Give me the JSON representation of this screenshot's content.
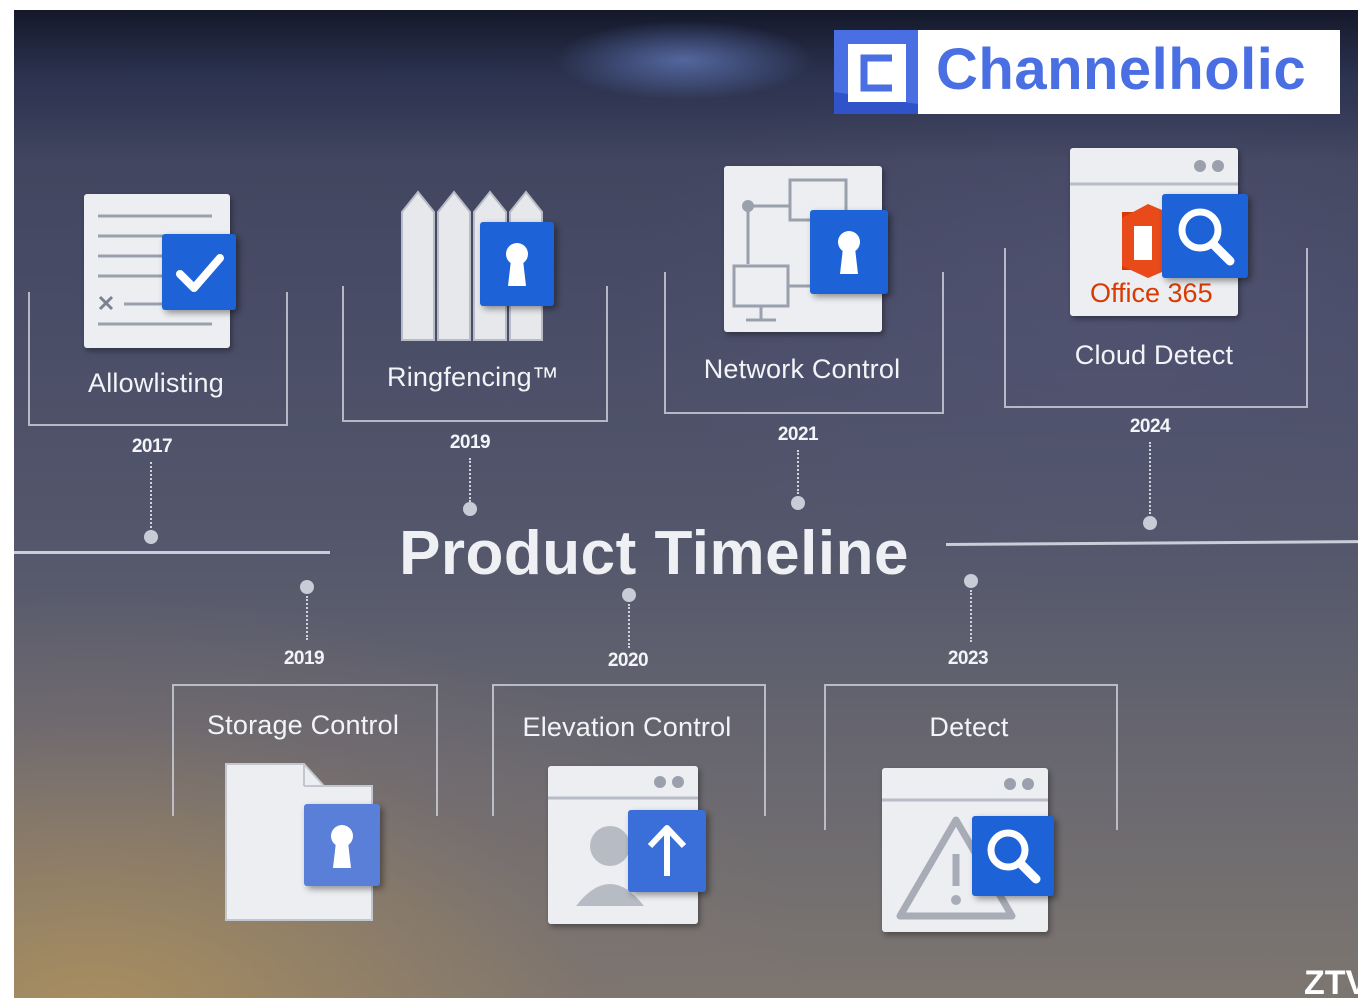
{
  "brand": {
    "name": "Channelholic",
    "color": "#4a6fe3"
  },
  "slide": {
    "title": "Product Timeline",
    "corner_mark": "ZTV",
    "top_products": [
      {
        "label": "Allowlisting",
        "year": "2017",
        "icon": "checklist-icon"
      },
      {
        "label": "Ringfencing™",
        "year": "2019",
        "icon": "fence-lock-icon"
      },
      {
        "label": "Network Control",
        "year": "2021",
        "icon": "network-lock-icon"
      },
      {
        "label": "Cloud Detect",
        "year": "2024",
        "icon": "office365-search-icon",
        "icon_text": "Office 365"
      }
    ],
    "bottom_products": [
      {
        "label": "Storage Control",
        "year": "2019",
        "icon": "folder-lock-icon"
      },
      {
        "label": "Elevation Control",
        "year": "2020",
        "icon": "user-elevate-icon"
      },
      {
        "label": "Detect",
        "year": "2023",
        "icon": "warning-search-icon"
      }
    ],
    "colors": {
      "badge": "#1e62d8",
      "line": "#d8dce6",
      "text": "#f2f4f8"
    }
  }
}
